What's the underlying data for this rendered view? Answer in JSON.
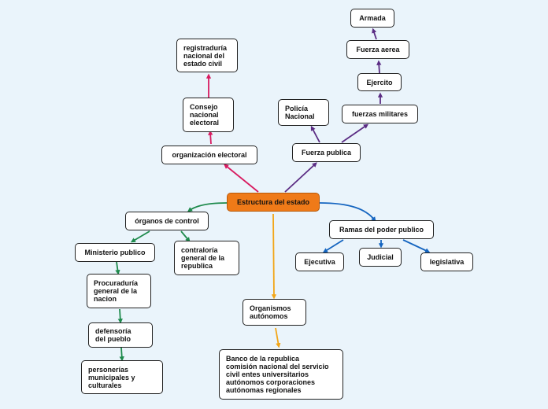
{
  "diagram": {
    "root": "Estructura del estado",
    "nodes": {
      "root": "Estructura del estado",
      "org_electoral": "organización electoral",
      "consejo": "Consejo\nnacional\nelectoral",
      "registraduria": "registraduría\nnacional del\nestado civil",
      "fuerza_publica": "Fuerza publica",
      "policia": "Policía\nNacional",
      "fuerzas_militares": "fuerzas militares",
      "ejercito": "Ejercito",
      "fuerza_aerea": "Fuerza aerea",
      "armada": "Armada",
      "organos_control": "órganos de control",
      "ministerio": "Ministerio publico",
      "contraloria": "contraloría\ngeneral de la\nrepublica",
      "procuraduria": "Procuraduría\ngeneral de la\nnacion",
      "defensoria": "defensoría\ndel pueblo",
      "personerias": "personerías\nmunicipales y\nculturales",
      "ramas": "Ramas del poder publico",
      "ejecutiva": "Ejecutiva",
      "judicial": "Judicial",
      "legislativa": "legislativa",
      "organismos": "Organismos\nautónomos",
      "banco": "Banco de la republica\ncomisión nacional del servicio\ncivil entes universitarios\nautónomos corporaciones\nautónomas regionales"
    },
    "edge_colors": {
      "electoral": "#d81b60",
      "fuerza": "#5b2c83",
      "control": "#1e8a4c",
      "ramas": "#1565c0",
      "organismos": "#f2a516"
    }
  }
}
